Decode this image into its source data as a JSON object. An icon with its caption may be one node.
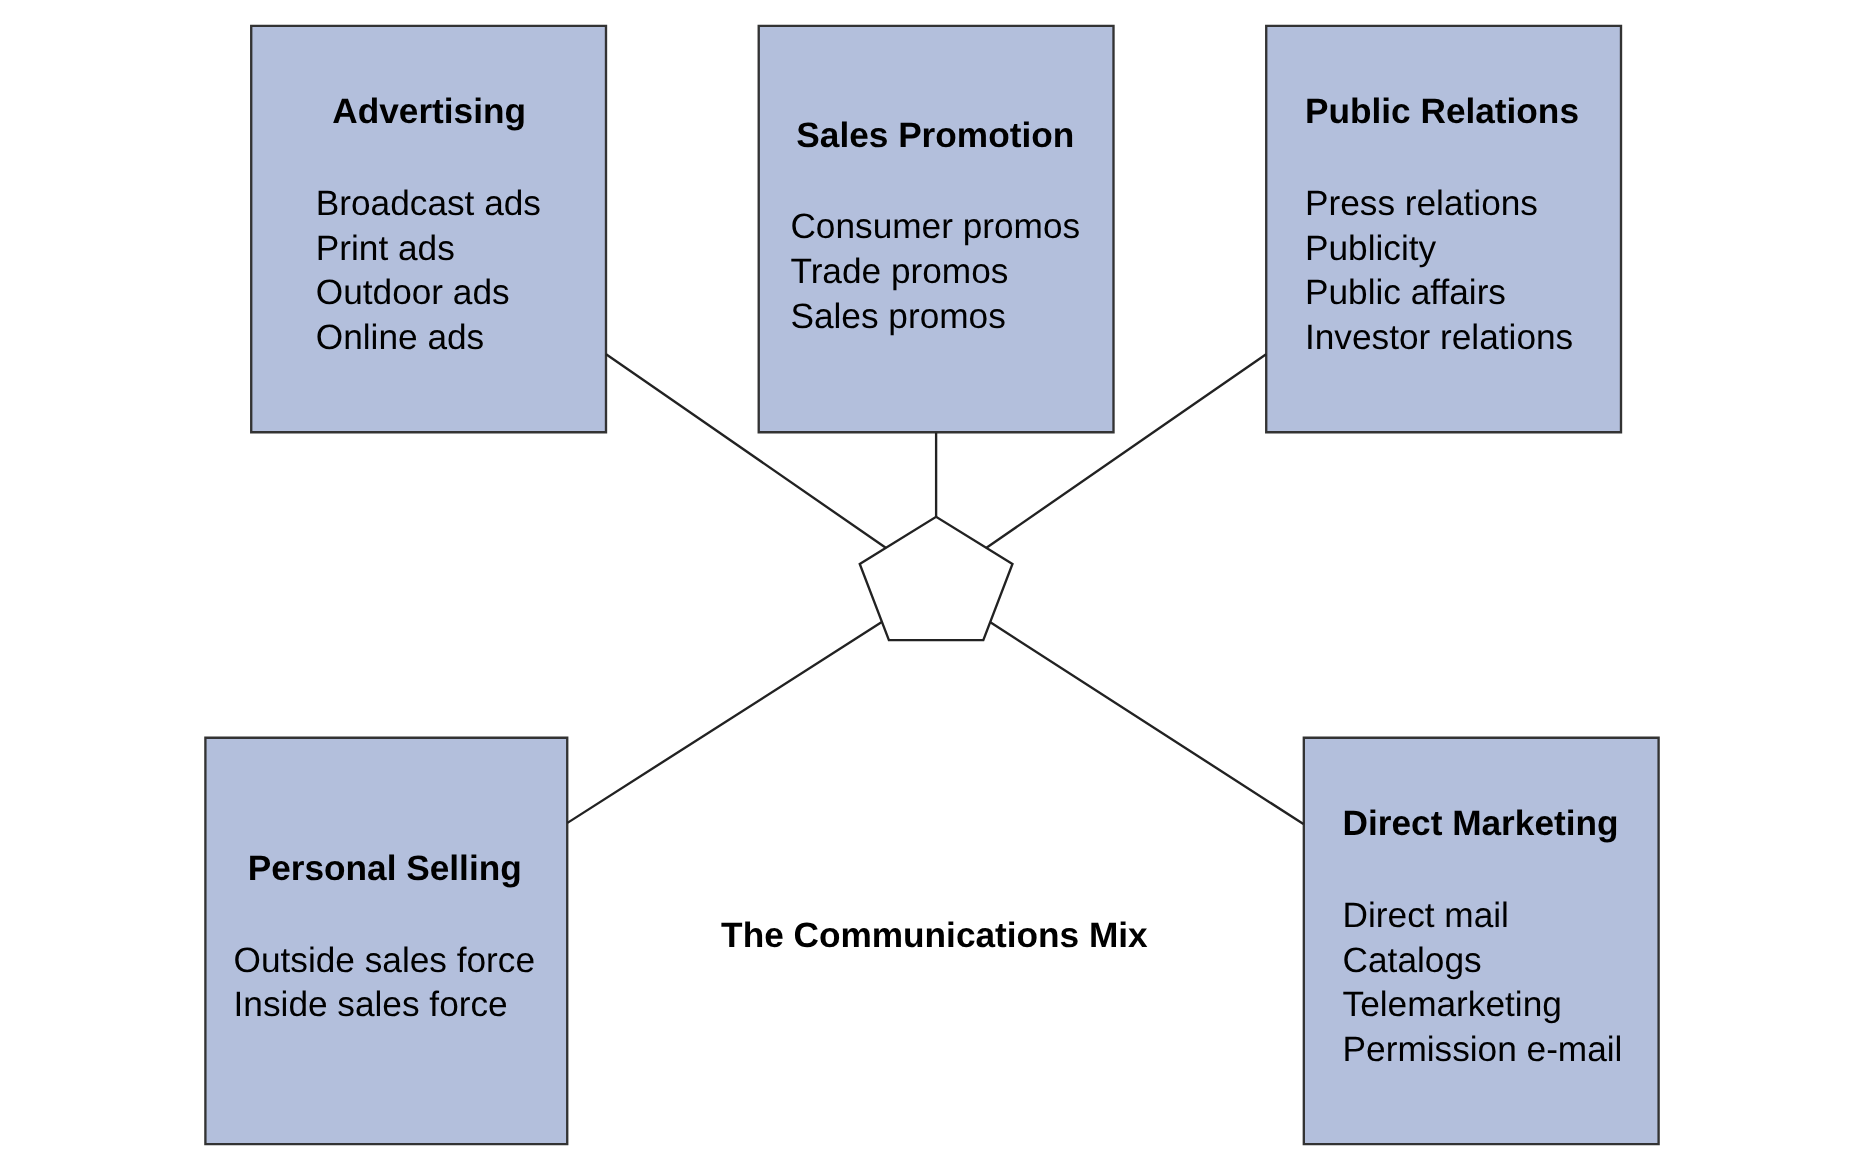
{
  "diagram": {
    "nodes": [
      {
        "text": [
          "Advertising",
          "Broadcast ads",
          "Print ads",
          "Outdoor ads",
          "Online ads"
        ]
      },
      {
        "text": [
          "Sales Promotion",
          "Consumer promos",
          "Trade promos",
          "Sales promos"
        ]
      },
      {
        "text": [
          "Public Relations",
          "Press relations",
          "Publicity",
          "Public affairs",
          "Investor relations"
        ]
      },
      {
        "text": [],
        "shape": "pentagon"
      },
      {
        "text": [
          "Personal Selling",
          "Outside sales force",
          "Inside sales force"
        ]
      },
      {
        "text": [
          "Direct Marketing",
          "Direct mail",
          "Catalogs",
          "Telemarketing",
          "Permission e-mail"
        ]
      }
    ],
    "edges": [
      {
        "from": 0,
        "to": 3,
        "arrow": "none"
      },
      {
        "from": 1,
        "to": 3,
        "arrow": "none"
      },
      {
        "from": 2,
        "to": 3,
        "arrow": "none"
      },
      {
        "from": 4,
        "to": 3,
        "arrow": "none"
      },
      {
        "from": 5,
        "to": 3,
        "arrow": "none"
      }
    ],
    "labels": [
      "The Communications Mix"
    ]
  }
}
